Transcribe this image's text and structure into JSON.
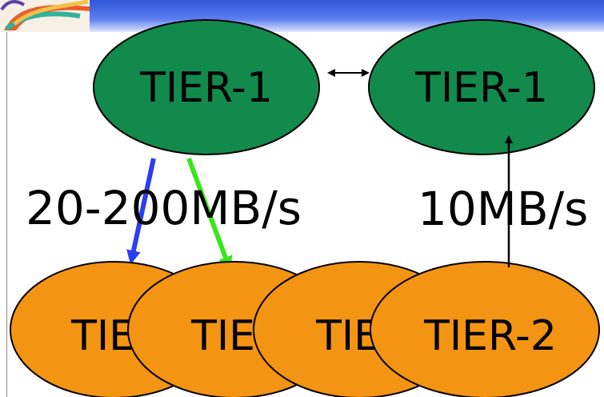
{
  "diagram": {
    "tier1_nodes": [
      {
        "label": "TIER-1"
      },
      {
        "label": "TIER-1"
      }
    ],
    "tier2_nodes": [
      {
        "label": "TIER-2"
      },
      {
        "label": "TIER-2"
      },
      {
        "label": "TIER-2"
      },
      {
        "label": "TIER-2"
      }
    ],
    "rates": {
      "left": "20-200MB/s",
      "right": "10MB/s"
    },
    "colors": {
      "tier1_fill": "#128a4c",
      "tier2_fill": "#f39412",
      "arrow_blue": "#2a3ff0",
      "arrow_green": "#39e61a",
      "header_band": "#3a5de0"
    }
  }
}
